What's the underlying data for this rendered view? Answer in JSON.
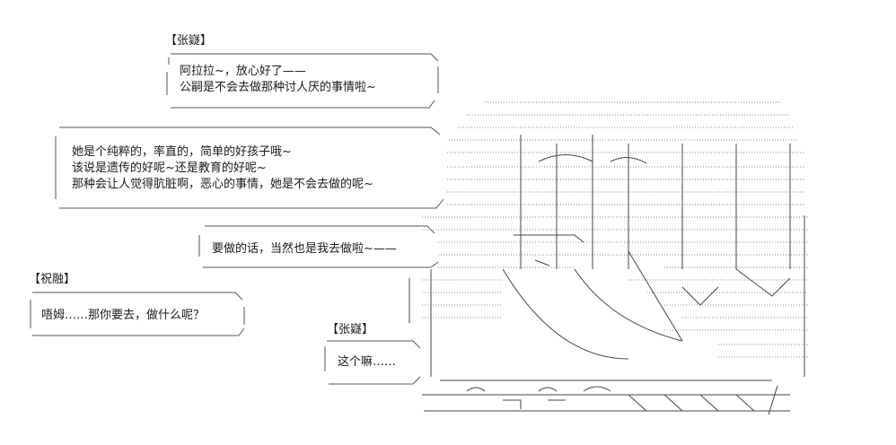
{
  "bubbles": {
    "zhangyi_top": {
      "speaker": "【张嶷】",
      "lines": [
        "阿拉拉~，放心好了——",
        "公嗣是不会去做那种讨人厌的事情啦~"
      ]
    },
    "long_speech": {
      "lines": [
        "她是个纯粹的，率直的，简单的好孩子哦~",
        "该说是遗传的好呢~还是教育的好呢~",
        "那种会让人觉得肮脏啊，恶心的事情，她是不会去做的呢~"
      ]
    },
    "do_it": {
      "lines": [
        "要做的话，当然也是我去做啦~——"
      ]
    },
    "zhurong": {
      "speaker": "【祝融】",
      "lines": [
        "唔姆……那你要去，做什么呢？"
      ]
    },
    "zhangyi_bottom": {
      "speaker": "【张嶷】",
      "lines": [
        "这个嘛……"
      ]
    }
  },
  "art": {
    "description_icon": "ascii-art-character-sketch"
  }
}
